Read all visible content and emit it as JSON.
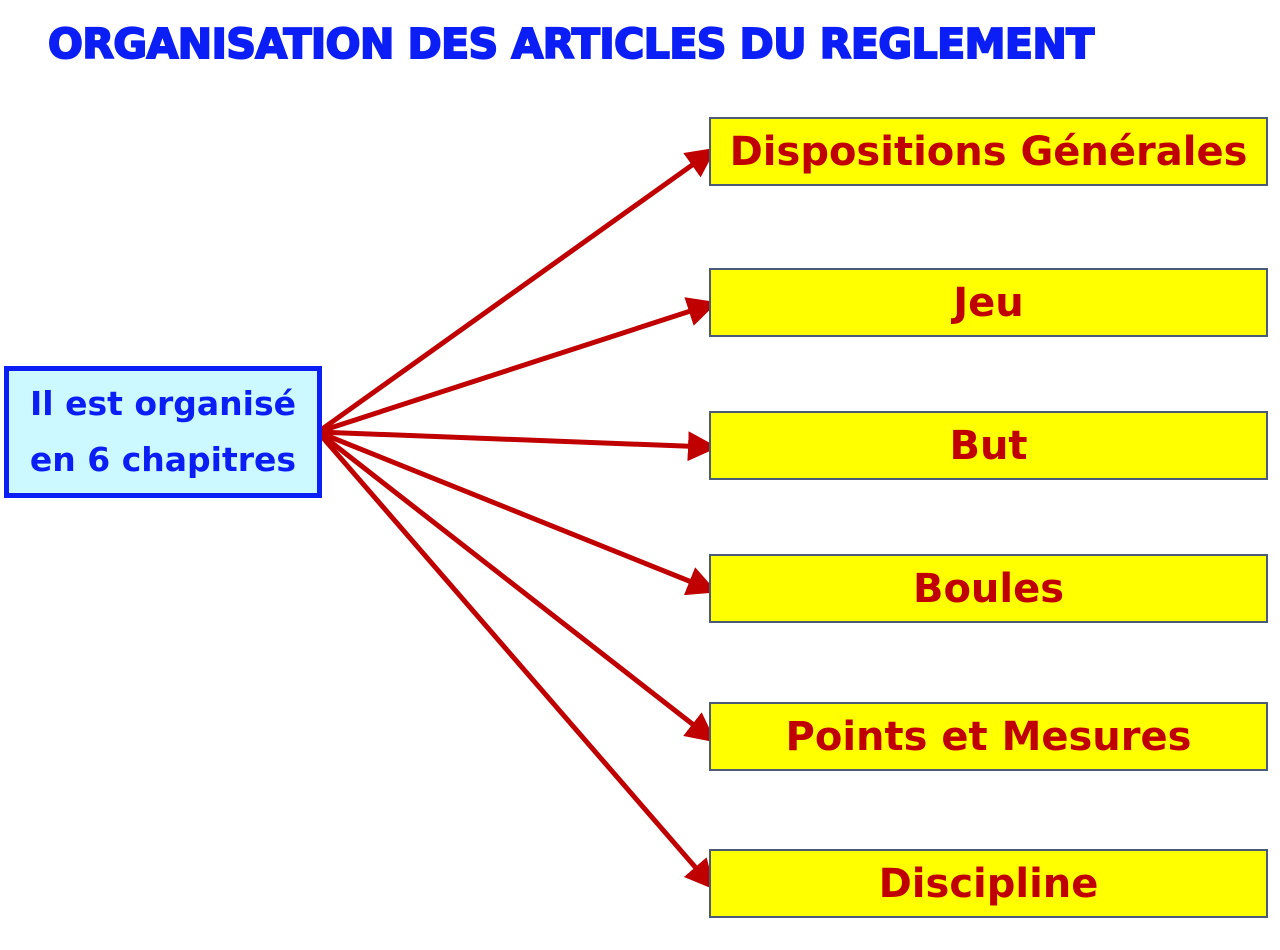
{
  "title": "ORGANISATION DES ARTICLES DU REGLEMENT",
  "source": {
    "text": "Il est organisé\nen 6 chapitres"
  },
  "chapters": [
    {
      "label": "Dispositions Générales"
    },
    {
      "label": "Jeu"
    },
    {
      "label": "But"
    },
    {
      "label": "Boules"
    },
    {
      "label": "Points et Mesures"
    },
    {
      "label": "Discipline"
    }
  ],
  "colors": {
    "title": "#0a1ef5",
    "source_fill": "#ccf8ff",
    "source_border": "#0a1ef5",
    "chapter_fill": "#ffff00",
    "chapter_text": "#c00000",
    "arrow": "#c00000"
  }
}
